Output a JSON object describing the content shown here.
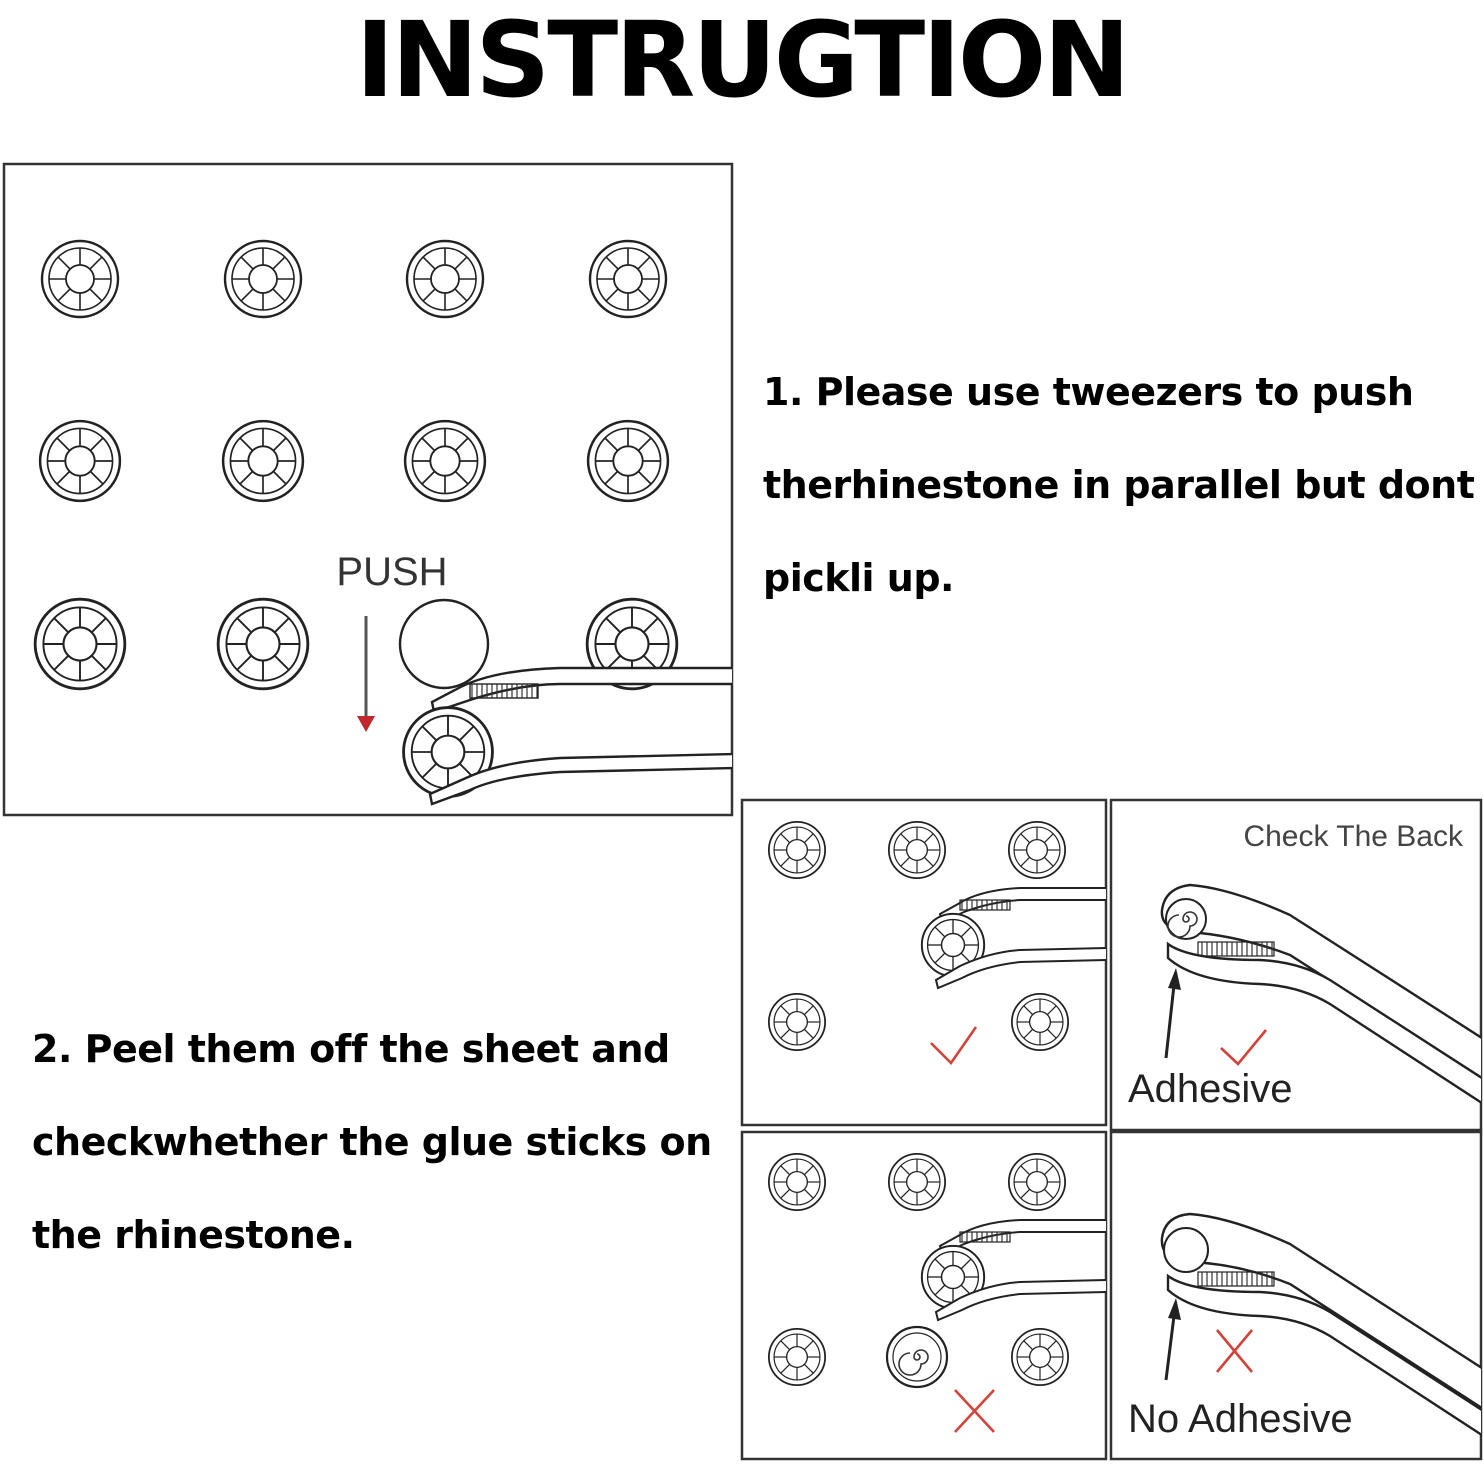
{
  "title": "INSTRUGTION",
  "step1": {
    "text": "1. Please use tweezers to push therhinestone in parallel but dont pickli up.",
    "push_label": "PUSH"
  },
  "step2": {
    "text": "2. Peel them off the sheet and checkwhether the glue sticks on the rhinestone."
  },
  "panels": {
    "check_the_back": "Check The Back",
    "adhesive": "Adhesive",
    "no_adhesive": "No Adhesive"
  },
  "colors": {
    "ink": "#222222",
    "arrow": "#c0282d",
    "check": "#d2433a",
    "cross": "#d2433a"
  },
  "icons": [
    "rhinestone-icon",
    "tweezers-icon",
    "down-arrow-icon",
    "up-arrow-icon",
    "check-mark-icon",
    "cross-mark-icon",
    "glue-spiral-icon"
  ]
}
